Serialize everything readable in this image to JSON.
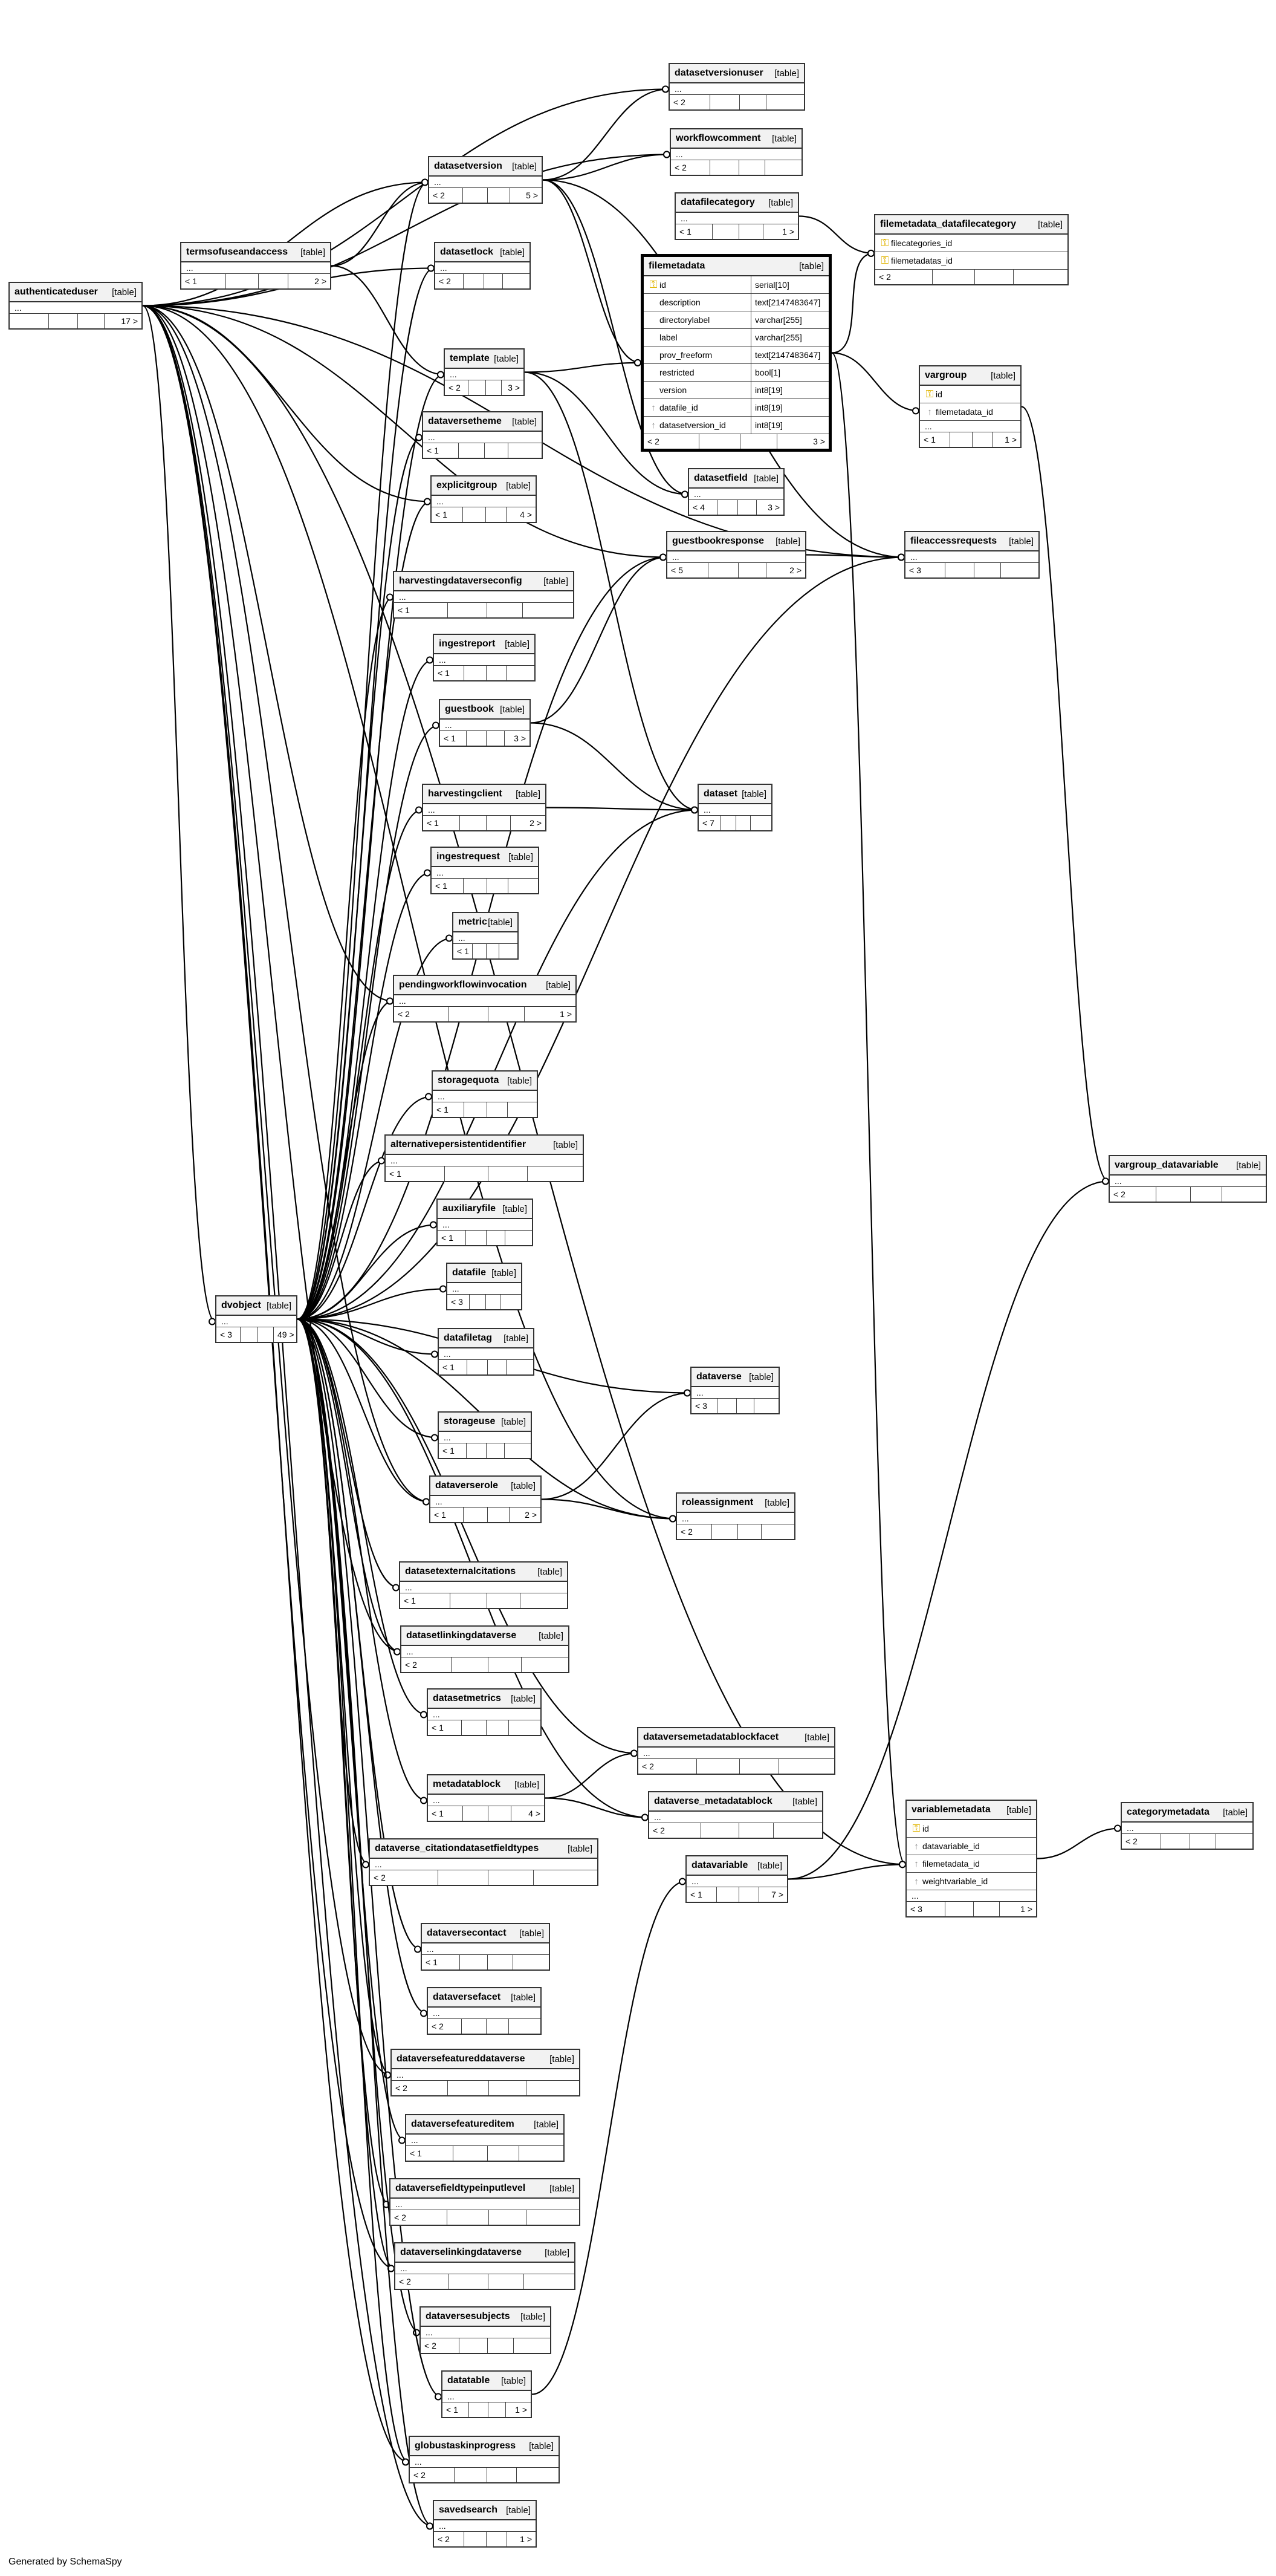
{
  "generated_by": "Generated by SchemaSpy",
  "icons": {
    "primary_key": "key-icon",
    "foreign_key": "foreign-key-icon"
  },
  "tables": [
    {
      "id": "authenticateduser",
      "name": "authenticateduser",
      "kind": "[table]",
      "ellipsis": "...",
      "left": "",
      "right": "17 >"
    },
    {
      "id": "termsofuseandaccess",
      "name": "termsofuseandaccess",
      "kind": "[table]",
      "ellipsis": "...",
      "left": "< 1",
      "right": "2 >"
    },
    {
      "id": "datasetversion",
      "name": "datasetversion",
      "kind": "[table]",
      "ellipsis": "...",
      "left": "< 2",
      "right": "5 >"
    },
    {
      "id": "datasetlock",
      "name": "datasetlock",
      "kind": "[table]",
      "ellipsis": "...",
      "left": "< 2",
      "right": ""
    },
    {
      "id": "template",
      "name": "template",
      "kind": "[table]",
      "ellipsis": "...",
      "left": "< 2",
      "right": "3 >"
    },
    {
      "id": "dataversetheme",
      "name": "dataversetheme",
      "kind": "[table]",
      "ellipsis": "...",
      "left": "< 1",
      "right": ""
    },
    {
      "id": "explicitgroup",
      "name": "explicitgroup",
      "kind": "[table]",
      "ellipsis": "...",
      "left": "< 1",
      "right": "4 >"
    },
    {
      "id": "harvestingdataverseconfig",
      "name": "harvestingdataverseconfig",
      "kind": "[table]",
      "ellipsis": "...",
      "left": "< 1",
      "right": ""
    },
    {
      "id": "ingestreport",
      "name": "ingestreport",
      "kind": "[table]",
      "ellipsis": "...",
      "left": "< 1",
      "right": ""
    },
    {
      "id": "guestbook",
      "name": "guestbook",
      "kind": "[table]",
      "ellipsis": "...",
      "left": "< 1",
      "right": "3 >"
    },
    {
      "id": "harvestingclient",
      "name": "harvestingclient",
      "kind": "[table]",
      "ellipsis": "...",
      "left": "< 1",
      "right": "2 >"
    },
    {
      "id": "ingestrequest",
      "name": "ingestrequest",
      "kind": "[table]",
      "ellipsis": "...",
      "left": "< 1",
      "right": ""
    },
    {
      "id": "metric",
      "name": "metric",
      "kind": "[table]",
      "ellipsis": "...",
      "left": "< 1",
      "right": ""
    },
    {
      "id": "pendingworkflowinvocation",
      "name": "pendingworkflowinvocation",
      "kind": "[table]",
      "ellipsis": "...",
      "left": "< 2",
      "right": "1 >"
    },
    {
      "id": "storagequota",
      "name": "storagequota",
      "kind": "[table]",
      "ellipsis": "...",
      "left": "< 1",
      "right": ""
    },
    {
      "id": "alternativepersistentidentifier",
      "name": "alternativepersistentidentifier",
      "kind": "[table]",
      "ellipsis": "...",
      "left": "< 1",
      "right": ""
    },
    {
      "id": "auxiliaryfile",
      "name": "auxiliaryfile",
      "kind": "[table]",
      "ellipsis": "...",
      "left": "< 1",
      "right": ""
    },
    {
      "id": "datafile",
      "name": "datafile",
      "kind": "[table]",
      "ellipsis": "...",
      "left": "< 3",
      "right": ""
    },
    {
      "id": "datafiletag",
      "name": "datafiletag",
      "kind": "[table]",
      "ellipsis": "...",
      "left": "< 1",
      "right": ""
    },
    {
      "id": "dvobject",
      "name": "dvobject",
      "kind": "[table]",
      "ellipsis": "...",
      "left": "< 3",
      "right": "49 >"
    },
    {
      "id": "storageuse",
      "name": "storageuse",
      "kind": "[table]",
      "ellipsis": "...",
      "left": "< 1",
      "right": ""
    },
    {
      "id": "dataverserole",
      "name": "dataverserole",
      "kind": "[table]",
      "ellipsis": "...",
      "left": "< 1",
      "right": "2 >"
    },
    {
      "id": "datasetexternalcitations",
      "name": "datasetexternalcitations",
      "kind": "[table]",
      "ellipsis": "...",
      "left": "< 1",
      "right": ""
    },
    {
      "id": "datasetlinkingdataverse",
      "name": "datasetlinkingdataverse",
      "kind": "[table]",
      "ellipsis": "...",
      "left": "< 2",
      "right": ""
    },
    {
      "id": "datasetmetrics",
      "name": "datasetmetrics",
      "kind": "[table]",
      "ellipsis": "...",
      "left": "< 1",
      "right": ""
    },
    {
      "id": "metadatablock",
      "name": "metadatablock",
      "kind": "[table]",
      "ellipsis": "...",
      "left": "< 1",
      "right": "4 >"
    },
    {
      "id": "dataverse_citationdatasetfieldtypes",
      "name": "dataverse_citationdatasetfieldtypes",
      "kind": "[table]",
      "ellipsis": "...",
      "left": "< 2",
      "right": ""
    },
    {
      "id": "dataversecontact",
      "name": "dataversecontact",
      "kind": "[table]",
      "ellipsis": "...",
      "left": "< 1",
      "right": ""
    },
    {
      "id": "dataversefacet",
      "name": "dataversefacet",
      "kind": "[table]",
      "ellipsis": "...",
      "left": "< 2",
      "right": ""
    },
    {
      "id": "dataversefeatureddataverse",
      "name": "dataversefeatureddataverse",
      "kind": "[table]",
      "ellipsis": "...",
      "left": "< 2",
      "right": ""
    },
    {
      "id": "dataversefeatureditem",
      "name": "dataversefeatureditem",
      "kind": "[table]",
      "ellipsis": "...",
      "left": "< 1",
      "right": ""
    },
    {
      "id": "dataversefieldtypeinputlevel",
      "name": "dataversefieldtypeinputlevel",
      "kind": "[table]",
      "ellipsis": "...",
      "left": "< 2",
      "right": ""
    },
    {
      "id": "dataverselinkingdataverse",
      "name": "dataverselinkingdataverse",
      "kind": "[table]",
      "ellipsis": "...",
      "left": "< 2",
      "right": ""
    },
    {
      "id": "dataversesubjects",
      "name": "dataversesubjects",
      "kind": "[table]",
      "ellipsis": "...",
      "left": "< 2",
      "right": ""
    },
    {
      "id": "datatable",
      "name": "datatable",
      "kind": "[table]",
      "ellipsis": "...",
      "left": "< 1",
      "right": "1 >"
    },
    {
      "id": "globustaskinprogress",
      "name": "globustaskinprogress",
      "kind": "[table]",
      "ellipsis": "...",
      "left": "< 2",
      "right": ""
    },
    {
      "id": "savedsearch",
      "name": "savedsearch",
      "kind": "[table]",
      "ellipsis": "...",
      "left": "< 2",
      "right": "1 >"
    },
    {
      "id": "datasetversionuser",
      "name": "datasetversionuser",
      "kind": "[table]",
      "ellipsis": "...",
      "left": "< 2",
      "right": ""
    },
    {
      "id": "workflowcomment",
      "name": "workflowcomment",
      "kind": "[table]",
      "ellipsis": "...",
      "left": "< 2",
      "right": ""
    },
    {
      "id": "datafilecategory",
      "name": "datafilecategory",
      "kind": "[table]",
      "ellipsis": "...",
      "left": "< 1",
      "right": "1 >"
    },
    {
      "id": "filemetadata",
      "name": "filemetadata",
      "kind": "[table]",
      "focus": true,
      "left": "< 2",
      "right": "3 >",
      "columns": [
        {
          "name": "id",
          "type": "serial[10]",
          "icon": "pk"
        },
        {
          "name": "description",
          "type": "text[2147483647]",
          "icon": ""
        },
        {
          "name": "directorylabel",
          "type": "varchar[255]",
          "icon": ""
        },
        {
          "name": "label",
          "type": "varchar[255]",
          "icon": ""
        },
        {
          "name": "prov_freeform",
          "type": "text[2147483647]",
          "icon": ""
        },
        {
          "name": "restricted",
          "type": "bool[1]",
          "icon": ""
        },
        {
          "name": "version",
          "type": "int8[19]",
          "icon": ""
        },
        {
          "name": "datafile_id",
          "type": "int8[19]",
          "icon": "fk"
        },
        {
          "name": "datasetversion_id",
          "type": "int8[19]",
          "icon": "fk"
        }
      ]
    },
    {
      "id": "filemetadata_datafilecategory",
      "name": "filemetadata_datafilecategory",
      "kind": "[table]",
      "left": "< 2",
      "right": "",
      "columns": [
        {
          "name": "filecategories_id",
          "type": "",
          "icon": "pk"
        },
        {
          "name": "filemetadatas_id",
          "type": "",
          "icon": "pk"
        }
      ]
    },
    {
      "id": "vargroup",
      "name": "vargroup",
      "kind": "[table]",
      "left": "< 1",
      "right": "1 >",
      "ellipsis": "...",
      "columns": [
        {
          "name": "id",
          "type": "",
          "icon": "pk"
        },
        {
          "name": "filemetadata_id",
          "type": "",
          "icon": "fk"
        }
      ]
    },
    {
      "id": "datasetfield",
      "name": "datasetfield",
      "kind": "[table]",
      "ellipsis": "...",
      "left": "< 4",
      "right": "3 >"
    },
    {
      "id": "guestbookresponse",
      "name": "guestbookresponse",
      "kind": "[table]",
      "ellipsis": "...",
      "left": "< 5",
      "right": "2 >"
    },
    {
      "id": "fileaccessrequests",
      "name": "fileaccessrequests",
      "kind": "[table]",
      "ellipsis": "...",
      "left": "< 3",
      "right": ""
    },
    {
      "id": "dataset",
      "name": "dataset",
      "kind": "[table]",
      "ellipsis": "...",
      "left": "< 7",
      "right": ""
    },
    {
      "id": "vargroup_datavariable",
      "name": "vargroup_datavariable",
      "kind": "[table]",
      "ellipsis": "...",
      "left": "< 2",
      "right": ""
    },
    {
      "id": "dataverse",
      "name": "dataverse",
      "kind": "[table]",
      "ellipsis": "...",
      "left": "< 3",
      "right": ""
    },
    {
      "id": "roleassignment",
      "name": "roleassignment",
      "kind": "[table]",
      "ellipsis": "...",
      "left": "< 2",
      "right": ""
    },
    {
      "id": "dataversemetadatablockfacet",
      "name": "dataversemetadatablockfacet",
      "kind": "[table]",
      "ellipsis": "...",
      "left": "< 2",
      "right": ""
    },
    {
      "id": "dataverse_metadatablock",
      "name": "dataverse_metadatablock",
      "kind": "[table]",
      "ellipsis": "...",
      "left": "< 2",
      "right": ""
    },
    {
      "id": "datavariable",
      "name": "datavariable",
      "kind": "[table]",
      "ellipsis": "...",
      "left": "< 1",
      "right": "7 >"
    },
    {
      "id": "variablemetadata",
      "name": "variablemetadata",
      "kind": "[table]",
      "left": "< 3",
      "right": "1 >",
      "ellipsis": "...",
      "columns": [
        {
          "name": "id",
          "type": "",
          "icon": "pk"
        },
        {
          "name": "datavariable_id",
          "type": "",
          "icon": "fk"
        },
        {
          "name": "filemetadata_id",
          "type": "",
          "icon": "fk"
        },
        {
          "name": "weightvariable_id",
          "type": "",
          "icon": "fk"
        }
      ]
    },
    {
      "id": "categorymetadata",
      "name": "categorymetadata",
      "kind": "[table]",
      "ellipsis": "...",
      "left": "< 2",
      "right": ""
    }
  ],
  "relationships": [
    [
      "authenticateduser",
      "datasetversionuser"
    ],
    [
      "authenticateduser",
      "workflowcomment"
    ],
    [
      "authenticateduser",
      "datasetversion"
    ],
    [
      "authenticateduser",
      "datasetlock"
    ],
    [
      "authenticateduser",
      "explicitgroup"
    ],
    [
      "authenticateduser",
      "guestbookresponse"
    ],
    [
      "authenticateduser",
      "fileaccessrequests"
    ],
    [
      "authenticateduser",
      "dataverserole"
    ],
    [
      "authenticateduser",
      "roleassignment"
    ],
    [
      "authenticateduser",
      "dvobject"
    ],
    [
      "authenticateduser",
      "savedsearch"
    ],
    [
      "authenticateduser",
      "pendingworkflowinvocation"
    ],
    [
      "authenticateduser",
      "datasetlinkingdataverse"
    ],
    [
      "authenticateduser",
      "variablemetadata"
    ],
    [
      "authenticateduser",
      "dataverselinkingdataverse"
    ],
    [
      "authenticateduser",
      "globustaskinprogress"
    ],
    [
      "authenticateduser",
      "dataversefeatureddataverse"
    ],
    [
      "termsofuseandaccess",
      "template"
    ],
    [
      "termsofuseandaccess",
      "datasetversion"
    ],
    [
      "datasetversion",
      "datasetversionuser"
    ],
    [
      "datasetversion",
      "workflowcomment"
    ],
    [
      "datasetversion",
      "filemetadata"
    ],
    [
      "datasetversion",
      "datasetfield"
    ],
    [
      "datasetversion",
      "fileaccessrequests"
    ],
    [
      "template",
      "datasetfield"
    ],
    [
      "template",
      "dataset"
    ],
    [
      "template",
      "filemetadata"
    ],
    [
      "datafilecategory",
      "filemetadata_datafilecategory"
    ],
    [
      "filemetadata",
      "filemetadata_datafilecategory"
    ],
    [
      "filemetadata",
      "vargroup"
    ],
    [
      "filemetadata",
      "variablemetadata"
    ],
    [
      "vargroup",
      "vargroup_datavariable"
    ],
    [
      "guestbook",
      "guestbookresponse"
    ],
    [
      "guestbook",
      "dataset"
    ],
    [
      "harvestingclient",
      "dataset"
    ],
    [
      "guestbookresponse",
      "fileaccessrequests"
    ],
    [
      "dataverserole",
      "roleassignment"
    ],
    [
      "dataverserole",
      "dataverse"
    ],
    [
      "metadatablock",
      "dataversemetadatablockfacet"
    ],
    [
      "metadatablock",
      "dataverse_metadatablock"
    ],
    [
      "datavariable",
      "variablemetadata"
    ],
    [
      "datavariable",
      "vargroup_datavariable"
    ],
    [
      "datatable",
      "datavariable"
    ],
    [
      "variablemetadata",
      "categorymetadata"
    ],
    [
      "dvobject",
      "datasetlock"
    ],
    [
      "dvobject",
      "template"
    ],
    [
      "dvobject",
      "dataversetheme"
    ],
    [
      "dvobject",
      "explicitgroup"
    ],
    [
      "dvobject",
      "harvestingdataverseconfig"
    ],
    [
      "dvobject",
      "ingestreport"
    ],
    [
      "dvobject",
      "guestbook"
    ],
    [
      "dvobject",
      "harvestingclient"
    ],
    [
      "dvobject",
      "ingestrequest"
    ],
    [
      "dvobject",
      "metric"
    ],
    [
      "dvobject",
      "pendingworkflowinvocation"
    ],
    [
      "dvobject",
      "storagequota"
    ],
    [
      "dvobject",
      "alternativepersistentidentifier"
    ],
    [
      "dvobject",
      "auxiliaryfile"
    ],
    [
      "dvobject",
      "datafile"
    ],
    [
      "dvobject",
      "datafiletag"
    ],
    [
      "dvobject",
      "storageuse"
    ],
    [
      "dvobject",
      "dataverserole"
    ],
    [
      "dvobject",
      "datasetexternalcitations"
    ],
    [
      "dvobject",
      "datasetlinkingdataverse"
    ],
    [
      "dvobject",
      "datasetmetrics"
    ],
    [
      "dvobject",
      "metadatablock"
    ],
    [
      "dvobject",
      "dataverse_citationdatasetfieldtypes"
    ],
    [
      "dvobject",
      "dataversecontact"
    ],
    [
      "dvobject",
      "dataversefacet"
    ],
    [
      "dvobject",
      "dataversefeatureddataverse"
    ],
    [
      "dvobject",
      "dataversefeatureditem"
    ],
    [
      "dvobject",
      "dataversefieldtypeinputlevel"
    ],
    [
      "dvobject",
      "dataverselinkingdataverse"
    ],
    [
      "dvobject",
      "dataversesubjects"
    ],
    [
      "dvobject",
      "datatable"
    ],
    [
      "dvobject",
      "globustaskinprogress"
    ],
    [
      "dvobject",
      "savedsearch"
    ],
    [
      "dvobject",
      "dataset"
    ],
    [
      "dvobject",
      "dataverse"
    ],
    [
      "dvobject",
      "roleassignment"
    ],
    [
      "dvobject",
      "guestbookresponse"
    ],
    [
      "dvobject",
      "datasetversion"
    ],
    [
      "dvobject",
      "dataversemetadatablockfacet"
    ],
    [
      "dvobject",
      "dataverse_metadatablock"
    ],
    [
      "dvobject",
      "fileaccessrequests"
    ]
  ]
}
